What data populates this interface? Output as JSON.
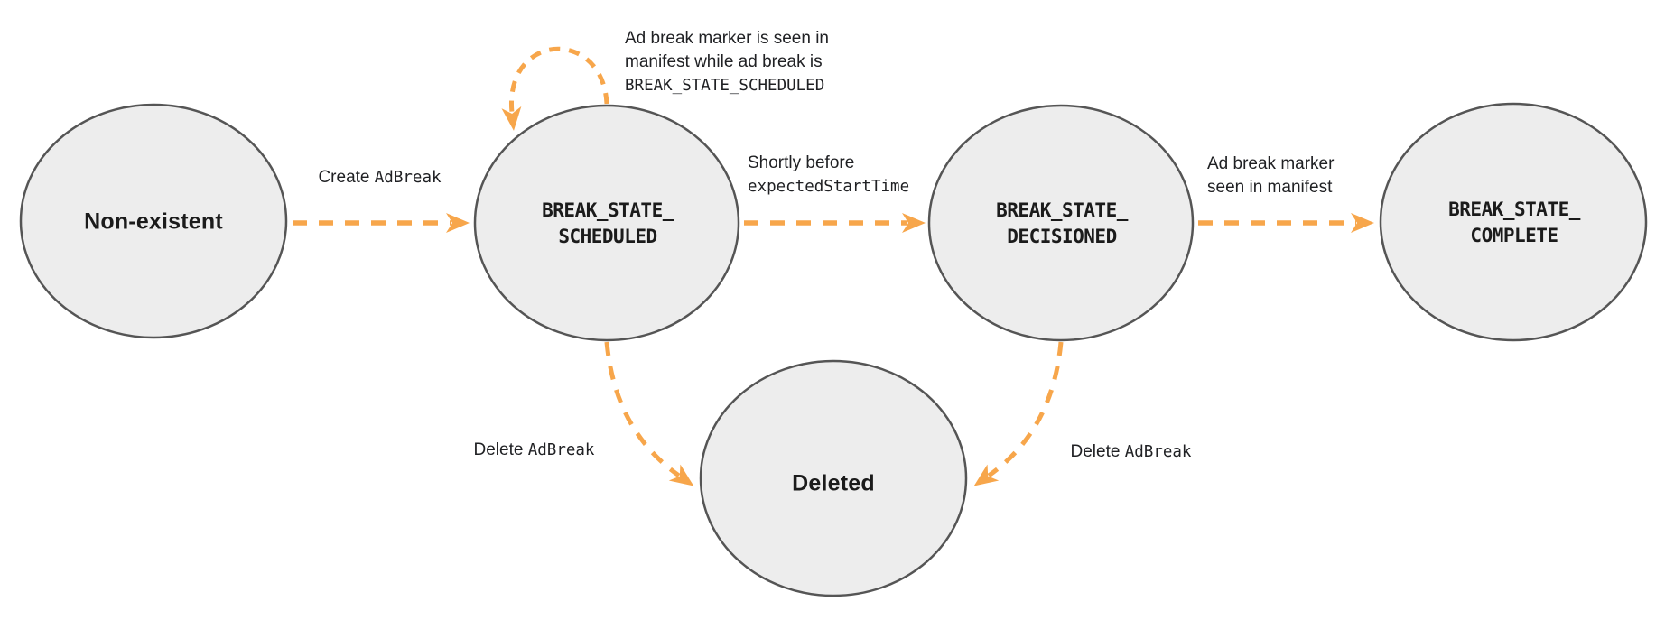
{
  "diagram": {
    "description": "Ad break lifecycle state diagram",
    "colors": {
      "arrow": "#F7A64B",
      "node_fill": "#EDEDED",
      "node_stroke": "#555555",
      "text": "#202124"
    },
    "nodes": [
      {
        "id": "non-existent",
        "label": "Non-existent"
      },
      {
        "id": "break-state-scheduled",
        "line1": "BREAK_STATE_",
        "line2": "SCHEDULED"
      },
      {
        "id": "break-state-decisioned",
        "line1": "BREAK_STATE_",
        "line2": "DECISIONED"
      },
      {
        "id": "break-state-complete",
        "line1": "BREAK_STATE_",
        "line2": "COMPLETE"
      },
      {
        "id": "deleted",
        "label": "Deleted"
      }
    ],
    "edges": {
      "create": {
        "text": "Create",
        "code": "AdBreak"
      },
      "self_loop": {
        "line1": "Ad break marker is seen in",
        "line2": "manifest while ad break is",
        "code": "BREAK_STATE_SCHEDULED"
      },
      "shortly": {
        "text": "Shortly before",
        "code": "expectedStartTime"
      },
      "marker_seen": {
        "line1": "Ad break marker",
        "line2": "seen in manifest"
      },
      "delete_left": {
        "text": "Delete",
        "code": "AdBreak"
      },
      "delete_right": {
        "text": "Delete",
        "code": "AdBreak"
      }
    }
  }
}
